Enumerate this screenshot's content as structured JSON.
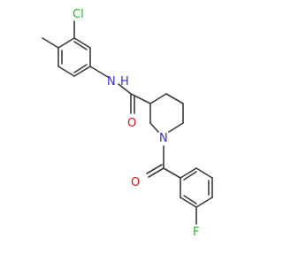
{
  "molecule": {
    "atom_labels": {
      "chlorine": "Cl",
      "amide_nitrogen": "N",
      "amide_hydrogen": "H",
      "amide_oxygen": "O",
      "ring_nitrogen": "N",
      "carbonyl_oxygen": "O",
      "fluorine": "F"
    },
    "colors": {
      "bond": "#3a3a3a",
      "carbon_text": "#3a3a3a",
      "nitrogen": "#2f2fd0",
      "oxygen": "#e0101a",
      "chlorine": "#2eb52e",
      "fluorine": "#2eb52e"
    }
  }
}
